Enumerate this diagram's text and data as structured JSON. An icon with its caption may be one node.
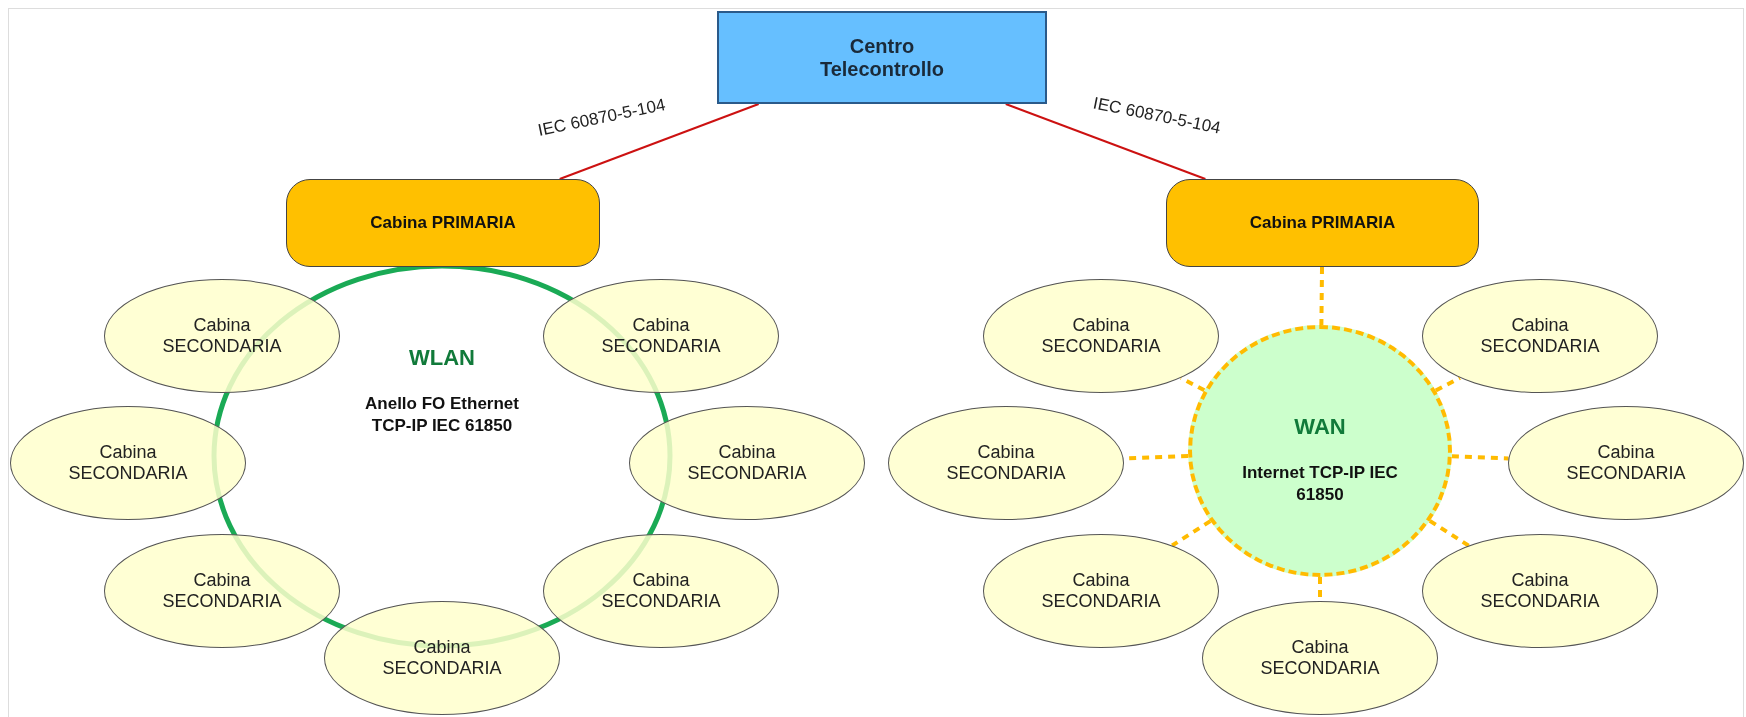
{
  "diagram": {
    "nodes": [
      {
        "text": [
          "Centro Telecontrollo"
        ]
      },
      {
        "text": [
          "Cabina PRIMARIA"
        ]
      },
      {
        "text": [
          "WLAN",
          "Anello FO Ethernet TCP-IP IEC 61850"
        ]
      },
      {
        "text": [
          "Cabina SECONDARIA"
        ]
      },
      {
        "text": [
          "Cabina SECONDARIA"
        ]
      },
      {
        "text": [
          "Cabina SECONDARIA"
        ]
      },
      {
        "text": [
          "Cabina SECONDARIA"
        ]
      },
      {
        "text": [
          "Cabina SECONDARIA"
        ]
      },
      {
        "text": [
          "Cabina SECONDARIA"
        ]
      },
      {
        "text": [
          "Cabina SECONDARIA"
        ]
      },
      {
        "text": [
          "Cabina PRIMARIA"
        ]
      },
      {
        "text": [
          "WAN",
          "Internet TCP-IP IEC 61850"
        ]
      },
      {
        "text": [
          "Cabina SECONDARIA"
        ]
      },
      {
        "text": [
          "Cabina SECONDARIA"
        ]
      },
      {
        "text": [
          "Cabina SECONDARIA"
        ]
      },
      {
        "text": [
          "Cabina SECONDARIA"
        ]
      },
      {
        "text": [
          "Cabina SECONDARIA"
        ]
      },
      {
        "text": [
          "Cabina SECONDARIA"
        ]
      },
      {
        "text": [
          "Cabina SECONDARIA"
        ]
      }
    ],
    "edges": [
      {
        "from": 0,
        "to": 1,
        "arrow": "none",
        "label": "IEC 60870-5-104",
        "color": "#cc1111"
      },
      {
        "from": 0,
        "to": 10,
        "arrow": "none",
        "label": "IEC 60870-5-104",
        "color": "#cc1111"
      },
      {
        "from": 10,
        "to": 11,
        "arrow": "none",
        "style": "dashed"
      },
      {
        "from": 11,
        "to": 12,
        "arrow": "none",
        "style": "dashed"
      },
      {
        "from": 11,
        "to": 13,
        "arrow": "none",
        "style": "dashed"
      },
      {
        "from": 11,
        "to": 14,
        "arrow": "none",
        "style": "dashed"
      },
      {
        "from": 11,
        "to": 15,
        "arrow": "none",
        "style": "dashed"
      },
      {
        "from": 11,
        "to": 16,
        "arrow": "none",
        "style": "dashed"
      },
      {
        "from": 11,
        "to": 17,
        "arrow": "none",
        "style": "dashed"
      },
      {
        "from": 11,
        "to": 18,
        "arrow": "none",
        "style": "dashed"
      }
    ]
  }
}
